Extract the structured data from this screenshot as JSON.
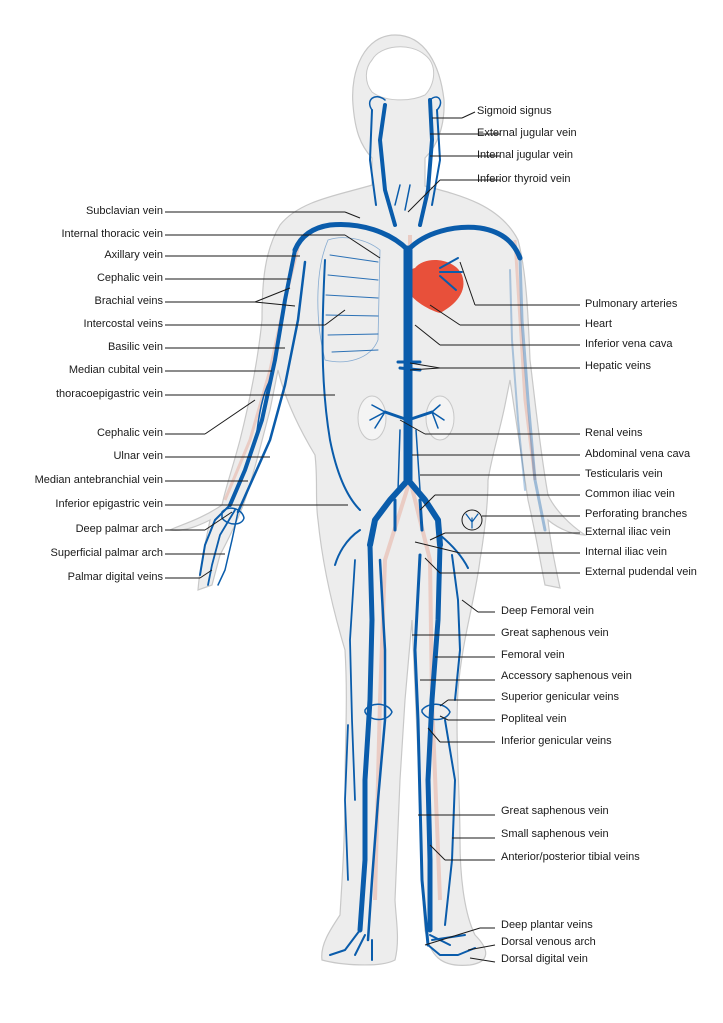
{
  "colors": {
    "vein": "#0a5cab",
    "artery_faint": "#e8b5a8",
    "heart": "#e8503a",
    "body_fill": "#ededed",
    "body_outline": "#c8c8c8",
    "label_text": "#1a1a1a"
  },
  "labels_left": [
    "Subclavian vein",
    "Internal thoracic vein",
    "Axillary vein",
    "Cephalic vein",
    "Brachial veins",
    "Intercostal veins",
    "Basilic vein",
    "Median cubital vein",
    "thoracoepigastric vein",
    "Cephalic vein",
    "Ulnar vein",
    "Median antebranchial vein",
    "Inferior epigastric vein",
    "Deep palmar arch",
    "Superficial palmar arch",
    "Palmar digital veins"
  ],
  "labels_right": [
    "Sigmoid signus",
    "External jugular vein",
    "Internal jugular vein",
    "Inferior thyroid vein",
    "Pulmonary arteries",
    "Heart",
    "Inferior vena cava",
    "Hepatic veins",
    "Renal veins",
    "Abdominal vena cava",
    "Testicularis vein",
    "Common iliac vein",
    "Perforating branches",
    "External iliac vein",
    "Internal iliac vein",
    "External pudendal vein",
    "Deep Femoral vein",
    "Great saphenous vein",
    "Femoral vein",
    "Accessory saphenous vein",
    "Superior genicular veins",
    "Popliteal vein",
    "Inferior genicular veins",
    "Great saphenous vein",
    "Small saphenous vein",
    "Anterior/posterior tibial veins",
    "Deep plantar veins",
    "Dorsal venous arch",
    "Dorsal digital vein"
  ]
}
